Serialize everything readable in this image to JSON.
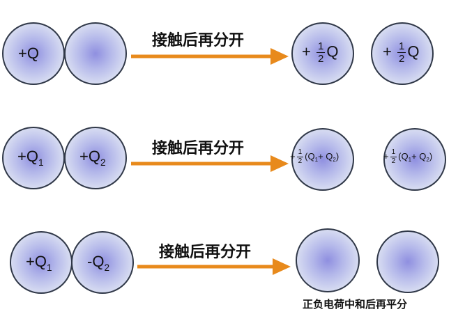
{
  "rows": [
    {
      "left_balls": [
        {
          "sign": "+",
          "symbol": "Q",
          "sub": ""
        },
        {
          "sign": "",
          "symbol": "",
          "sub": ""
        }
      ],
      "action": "接触后再分开",
      "right_balls": [
        {
          "sign": "+",
          "frac_num": "1",
          "frac_den": "2",
          "expr": "Q"
        },
        {
          "sign": "+",
          "frac_num": "1",
          "frac_den": "2",
          "expr": "Q"
        }
      ]
    },
    {
      "left_balls": [
        {
          "sign": "+",
          "symbol": "Q",
          "sub": "1"
        },
        {
          "sign": "+",
          "symbol": "Q",
          "sub": "2"
        }
      ],
      "action": "接触后再分开",
      "right_balls": [
        {
          "sign": "+",
          "frac_num": "1",
          "frac_den": "2",
          "open": "(Q",
          "sub1": "1",
          "plus": "+ Q",
          "sub2": "2",
          "close": ")"
        },
        {
          "sign": "+",
          "frac_num": "1",
          "frac_den": "2",
          "open": "(Q",
          "sub1": "1",
          "plus": "+ Q",
          "sub2": "2",
          "close": ")"
        }
      ]
    },
    {
      "left_balls": [
        {
          "sign": "+",
          "symbol": "Q",
          "sub": "1"
        },
        {
          "sign": "-",
          "symbol": "Q",
          "sub": "2"
        }
      ],
      "action": "接触后再分开",
      "caption": "正负电荷中和后再平分"
    }
  ],
  "colors": {
    "arrow": "#e88a1c",
    "ball_border": "#303848",
    "ball_center": "#8f8fe0",
    "ball_edge": "#e1e5f3"
  }
}
